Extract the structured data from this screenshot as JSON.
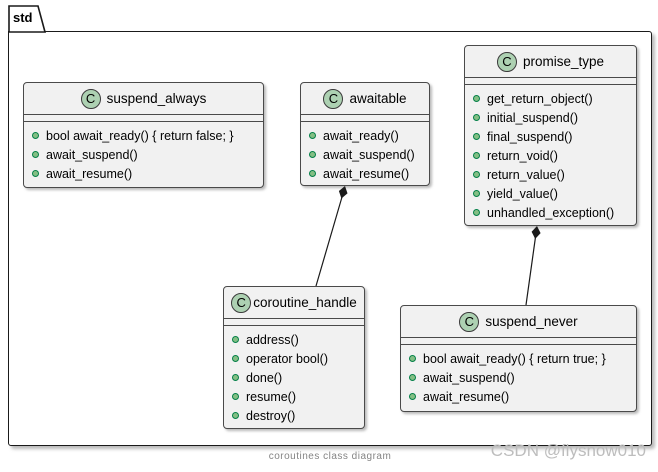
{
  "package": {
    "name": "std"
  },
  "caption": "coroutines class diagram",
  "watermark": "CSDN @flysnow010",
  "colors": {
    "class_fill": "#f1f1f1",
    "class_border": "#4a4a4a",
    "circle_fill": "#ADD1B2",
    "bullet_fill": "#84BE84",
    "bullet_border": "#038048",
    "line": "#1a1a1a"
  },
  "classes": [
    {
      "id": "suspend_always",
      "stereotype": "C",
      "name": "suspend_always",
      "fields": [],
      "methods": [
        "bool await_ready() { return false; }",
        "await_suspend()",
        "await_resume()"
      ]
    },
    {
      "id": "awaitable",
      "stereotype": "C",
      "name": "awaitable",
      "fields": [],
      "methods": [
        "await_ready()",
        "await_suspend()",
        "await_resume()"
      ]
    },
    {
      "id": "promise_type",
      "stereotype": "C",
      "name": "promise_type",
      "fields": [],
      "methods": [
        "get_return_object()",
        "initial_suspend()",
        "final_suspend()",
        "return_void()",
        "return_value()",
        "yield_value()",
        "unhandled_exception()"
      ]
    },
    {
      "id": "coroutine_handle",
      "stereotype": "C",
      "name": "coroutine_handle",
      "fields": [],
      "methods": [
        "address()",
        "operator bool()",
        "done()",
        "resume()",
        "destroy()"
      ]
    },
    {
      "id": "suspend_never",
      "stereotype": "C",
      "name": "suspend_never",
      "fields": [],
      "methods": [
        "bool await_ready() { return true; }",
        "await_suspend()",
        "await_resume()"
      ]
    }
  ],
  "relations": [
    {
      "from": "awaitable",
      "to": "coroutine_handle",
      "type": "composition"
    },
    {
      "from": "promise_type",
      "to": "suspend_never",
      "type": "composition"
    }
  ]
}
